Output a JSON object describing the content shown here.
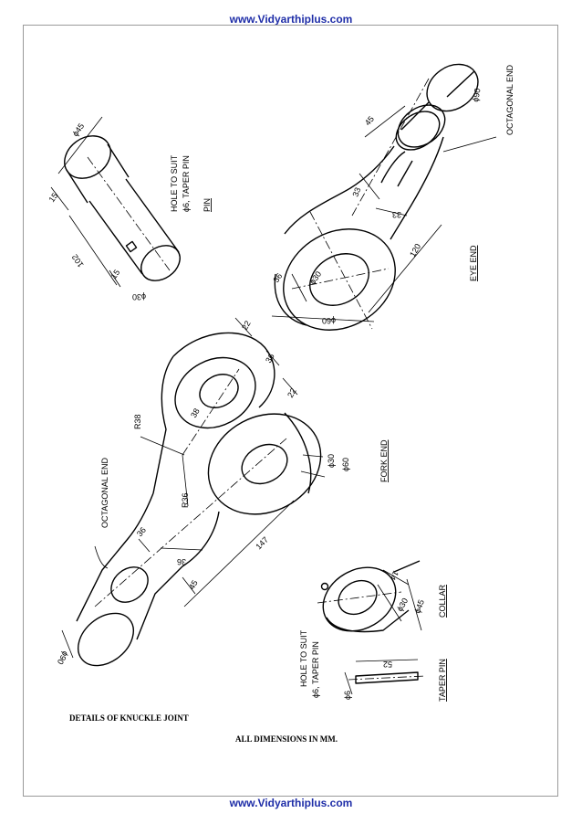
{
  "header_url": "www.Vidyarthiplus.com",
  "footer_url": "www.Vidyarthiplus.com",
  "caption_main": "DETAILS OF KNUCKLE JOINT",
  "caption_units": "ALL DIMENSIONS IN MM.",
  "parts": {
    "pin": {
      "title": "PIN",
      "note_line1": "HOLE TO SUIT",
      "note_line2": "ϕ6, TAPER PIN",
      "dims": {
        "head_dia": "ϕ45",
        "head_len": "15",
        "length": "102",
        "end_len": "15",
        "shaft_dia": "ϕ30"
      }
    },
    "eye_end": {
      "title": "EYE END",
      "octagonal_label": "OCTAGONAL END",
      "dims": {
        "rod_dia": "ϕ90",
        "transition": "45",
        "neck": "33",
        "width": "33",
        "length": "120",
        "boss": "36",
        "hole_dia": "ϕ30",
        "outer_dia": "ϕ60"
      }
    },
    "fork_end": {
      "title": "FORK END",
      "octagonal_label": "OCTAGONAL END",
      "dims": {
        "r1": "R38",
        "r2": "R36",
        "d38": "38",
        "t22a": "22",
        "t36": "36",
        "t22b": "22",
        "hole_dia": "ϕ30",
        "outer_dia": "ϕ60",
        "length": "147",
        "neck1": "36",
        "neck2": "36",
        "transition": "45",
        "rod_dia": "ϕ90"
      }
    },
    "collar": {
      "title": "COLLAR",
      "note_line1": "HOLE TO SUIT",
      "note_line2": "ϕ6, TAPER PIN",
      "dims": {
        "width": "14",
        "inner_dia": "ϕ30",
        "outer_dia": "ϕ45"
      }
    },
    "taper_pin": {
      "title": "TAPER PIN",
      "dims": {
        "length": "52",
        "dia": "ϕ6"
      }
    }
  }
}
